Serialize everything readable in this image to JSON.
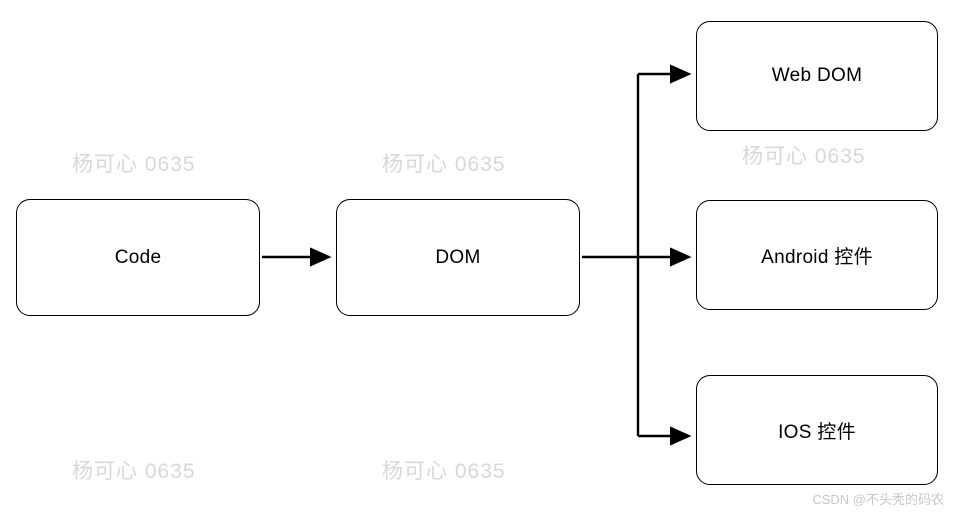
{
  "diagram": {
    "nodes": [
      {
        "id": "code",
        "label": "Code"
      },
      {
        "id": "dom",
        "label": "DOM"
      },
      {
        "id": "web",
        "label": "Web DOM"
      },
      {
        "id": "android",
        "label": "Android 控件"
      },
      {
        "id": "ios",
        "label": "IOS 控件"
      }
    ],
    "edges": [
      {
        "from": "code",
        "to": "dom"
      },
      {
        "from": "dom",
        "to": "web"
      },
      {
        "from": "dom",
        "to": "android"
      },
      {
        "from": "dom",
        "to": "ios"
      }
    ],
    "colors": {
      "stroke": "#000000",
      "fill": "#ffffff",
      "watermark": "#d8d8d8",
      "credit": "#c8c8c8"
    }
  },
  "watermarks": {
    "text": "杨可心 0635",
    "credit": "CSDN @不头秃的码农"
  }
}
